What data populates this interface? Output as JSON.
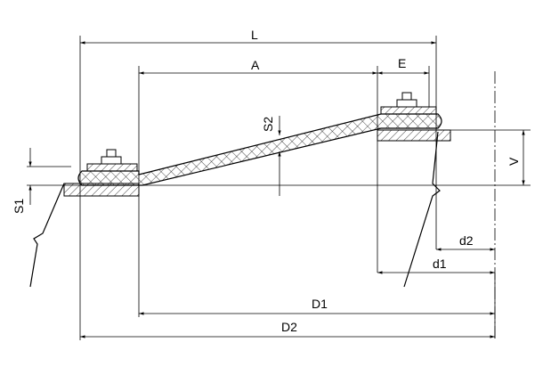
{
  "labels": {
    "L": "L",
    "A": "A",
    "E": "E",
    "S2": "S2",
    "S1": "S1",
    "V": "V",
    "d2": "d2",
    "d1": "d1",
    "D1": "D1",
    "D2": "D2"
  }
}
